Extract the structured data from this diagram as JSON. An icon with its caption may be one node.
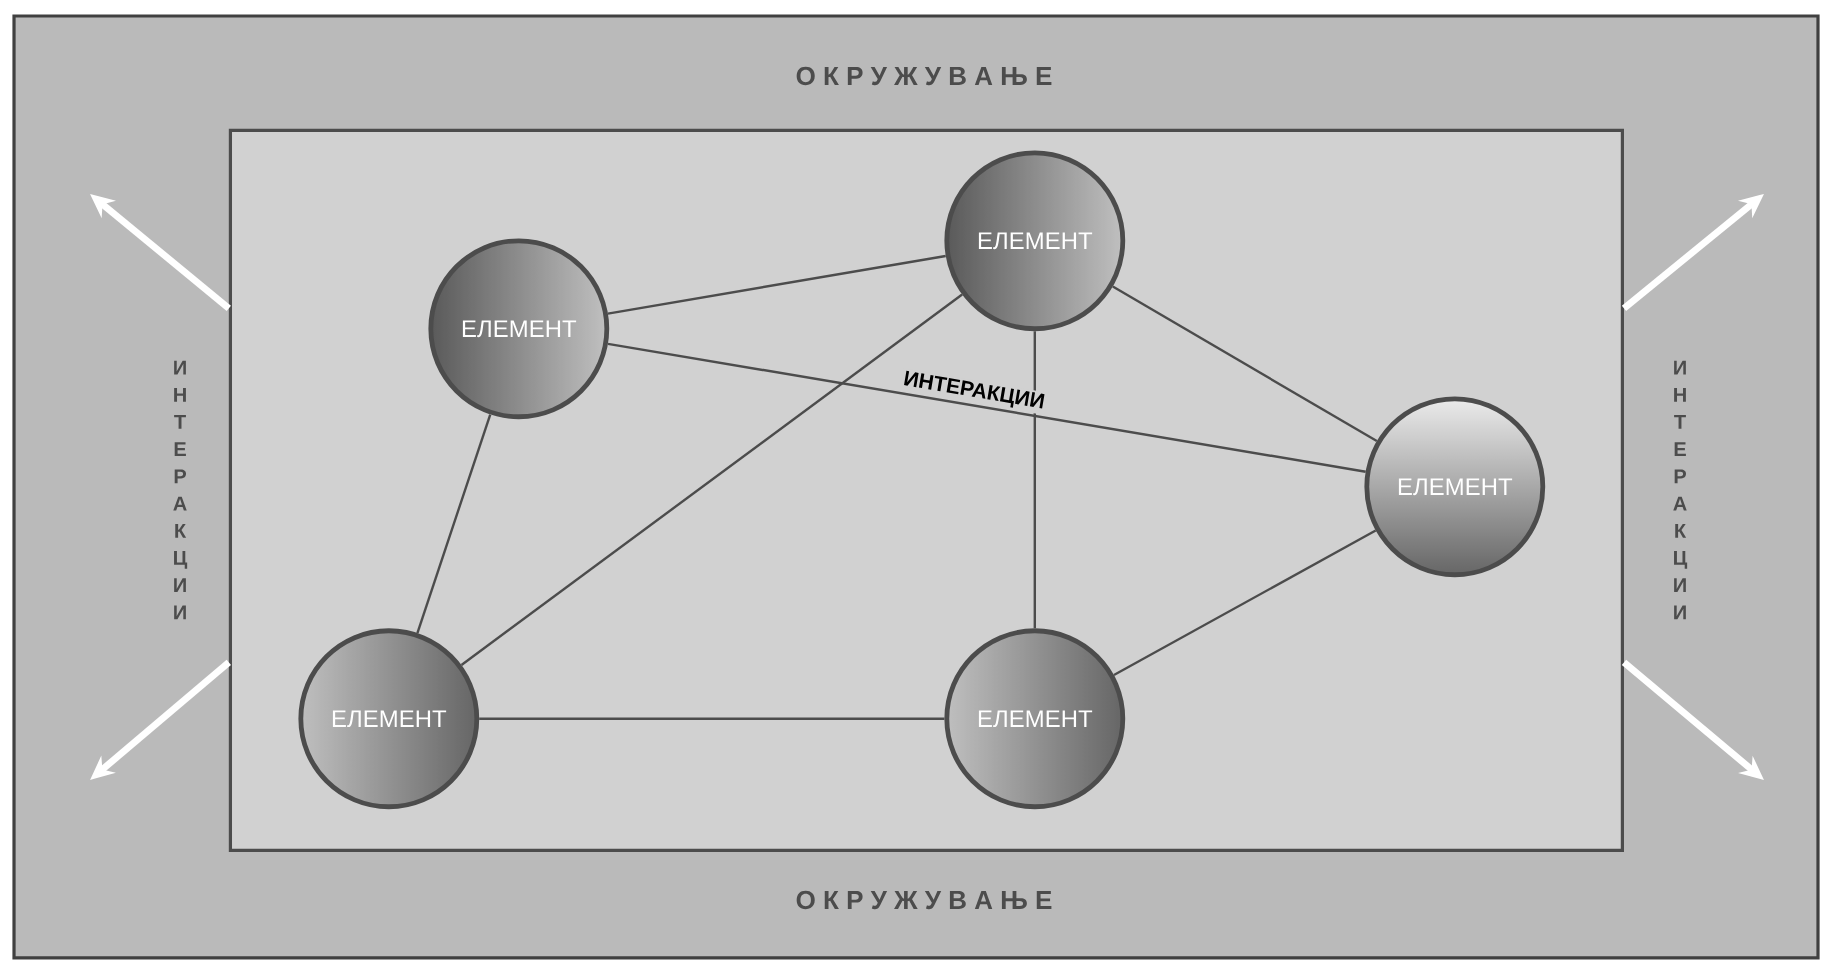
{
  "diagram": {
    "nodes": [
      {
        "text": [
          "О К Р У Ж У В А Њ Е",
          "И Н Т Е Р А К Ц И И",
          "И Н Т Е Р А К Ц И И",
          "О К Р У Ж У В А Њ Е"
        ]
      },
      {
        "text": [],
        "shape": "box",
        "in": 0
      },
      {
        "text": [
          "ЕЛЕМЕНТ"
        ],
        "in": 1
      },
      {
        "text": [
          "ЕЛЕМЕНТ"
        ],
        "in": 1
      },
      {
        "text": [
          "ЕЛЕМЕНТ"
        ],
        "in": 1
      },
      {
        "text": [
          "ЕЛЕМЕНТ"
        ],
        "in": 1
      },
      {
        "text": [
          "ЕЛЕМЕНТ"
        ],
        "in": 1
      }
    ],
    "edges": [
      {
        "from": 3,
        "to": 2,
        "arrow": "none"
      },
      {
        "from": 3,
        "to": 4,
        "arrow": "none",
        "label": "ИНТЕРАКЦИИ"
      },
      {
        "from": 3,
        "to": 5,
        "arrow": "none"
      },
      {
        "from": 2,
        "to": 4,
        "arrow": "none"
      },
      {
        "from": 2,
        "to": 6,
        "arrow": "none"
      },
      {
        "from": 2,
        "to": 5,
        "arrow": "none"
      },
      {
        "from": 5,
        "to": 6,
        "arrow": "none"
      },
      {
        "from": 6,
        "to": 4,
        "arrow": "none"
      },
      {
        "from": 1,
        "to": null,
        "arrow": "to",
        "style": "thick",
        "color": "#ffffff"
      },
      {
        "from": 1,
        "to": null,
        "arrow": "to",
        "style": "thick",
        "color": "#ffffff"
      },
      {
        "from": 1,
        "to": null,
        "arrow": "to",
        "style": "thick",
        "color": "#ffffff"
      },
      {
        "from": 1,
        "to": null,
        "arrow": "to",
        "style": "thick",
        "color": "#ffffff"
      }
    ]
  }
}
